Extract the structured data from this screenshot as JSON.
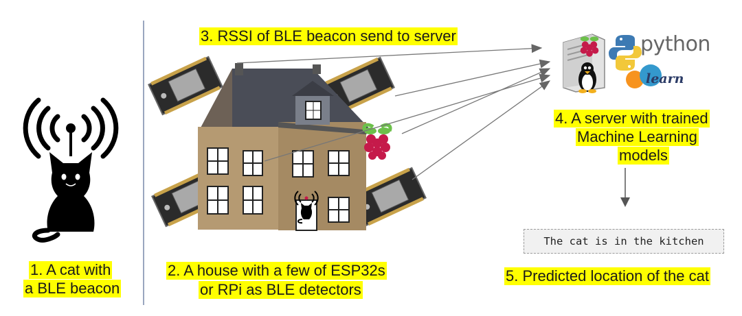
{
  "steps": {
    "s1": [
      "1. A cat with",
      "a BLE beacon"
    ],
    "s2": [
      "2. A house with a few of ESP32s",
      "or RPi as BLE detectors"
    ],
    "s3": "3. RSSI of BLE beacon send to server",
    "s4": [
      "4. A server with trained",
      "Machine Learning",
      "models"
    ],
    "s5": "5. Predicted location of the cat"
  },
  "prediction_output": "The cat is in the kitchen",
  "logos": {
    "python": "python",
    "sklearn": "learn"
  },
  "colors": {
    "highlight": "#ffff00",
    "house_wall": "#b59a72",
    "roof": "#4a4d57",
    "raspberry": "#c51a4a"
  },
  "icons": [
    "wifi-signal-icon",
    "cat-icon",
    "esp32-board-icon",
    "raspberry-pi-icon",
    "server-tower-icon",
    "python-logo-icon",
    "sklearn-logo-icon",
    "tux-penguin-icon",
    "arrow-icon"
  ]
}
